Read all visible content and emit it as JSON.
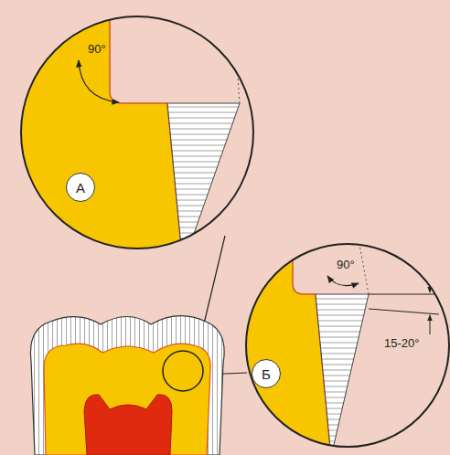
{
  "diagram": {
    "nodes": [
      {
        "text": [
          "А"
        ]
      },
      {
        "text": [
          "Б"
        ]
      }
    ],
    "labels": [
      "90°",
      "90°",
      "15-20°"
    ]
  }
}
